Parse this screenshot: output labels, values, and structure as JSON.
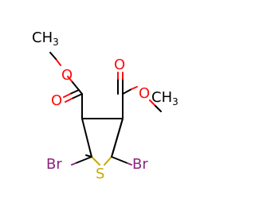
{
  "molecule": {
    "atoms": {
      "o_left_carbonyl": "O",
      "o_left_ester": "O",
      "o_right_carbonyl": "O",
      "o_right_ester": "O",
      "br_left": "Br",
      "br_right": "Br",
      "s": "S",
      "ch3_left_main": "CH",
      "ch3_left_sub": "3",
      "ch3_right_main": "CH",
      "ch3_right_sub": "3"
    },
    "colors": {
      "carbon": "#000000",
      "oxygen": "#ff0d0d",
      "bromine": "#8b2580",
      "sulfur": "#c8a800"
    }
  }
}
